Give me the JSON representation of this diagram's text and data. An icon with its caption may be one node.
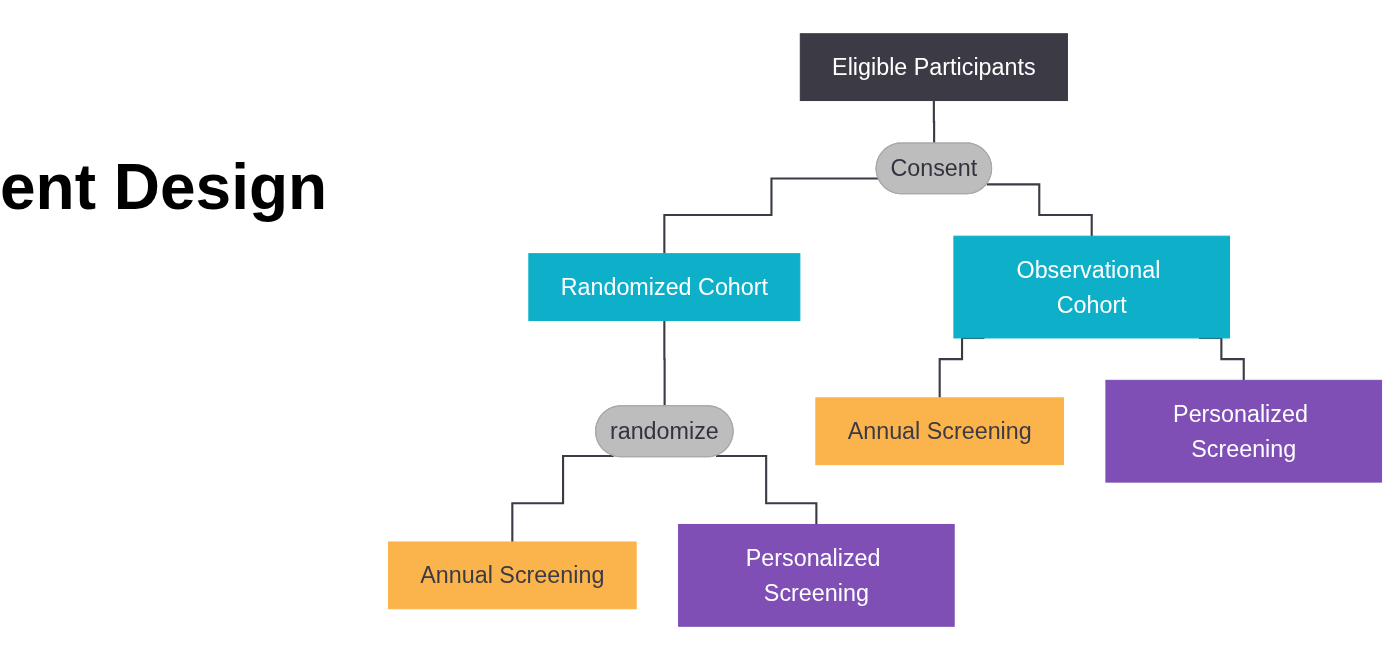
{
  "diagram": {
    "title": "ent Design",
    "nodes": [
      {
        "text": [
          "Eligible Participants"
        ]
      },
      {
        "text": [
          "Consent"
        ]
      },
      {
        "text": [
          "Randomized Cohort"
        ]
      },
      {
        "text": [
          "randomize"
        ]
      },
      {
        "text": [
          "Annual Screening"
        ]
      },
      {
        "text": [
          "Personalized Screening"
        ]
      },
      {
        "text": [
          "Observational Cohort"
        ]
      },
      {
        "text": [
          "Annual Screening"
        ]
      },
      {
        "text": [
          "Personalized Screening"
        ]
      }
    ],
    "edges": [
      {
        "from": 0,
        "to": 1,
        "arrow": "none"
      },
      {
        "from": 1,
        "to": 2,
        "arrow": "none"
      },
      {
        "from": 1,
        "to": 6,
        "arrow": "none"
      },
      {
        "from": 2,
        "to": 3,
        "arrow": "none"
      },
      {
        "from": 3,
        "to": 4,
        "arrow": "none"
      },
      {
        "from": 3,
        "to": 5,
        "arrow": "none"
      },
      {
        "from": 6,
        "to": 7,
        "arrow": "none"
      },
      {
        "from": 6,
        "to": 8,
        "arrow": "none"
      }
    ]
  }
}
